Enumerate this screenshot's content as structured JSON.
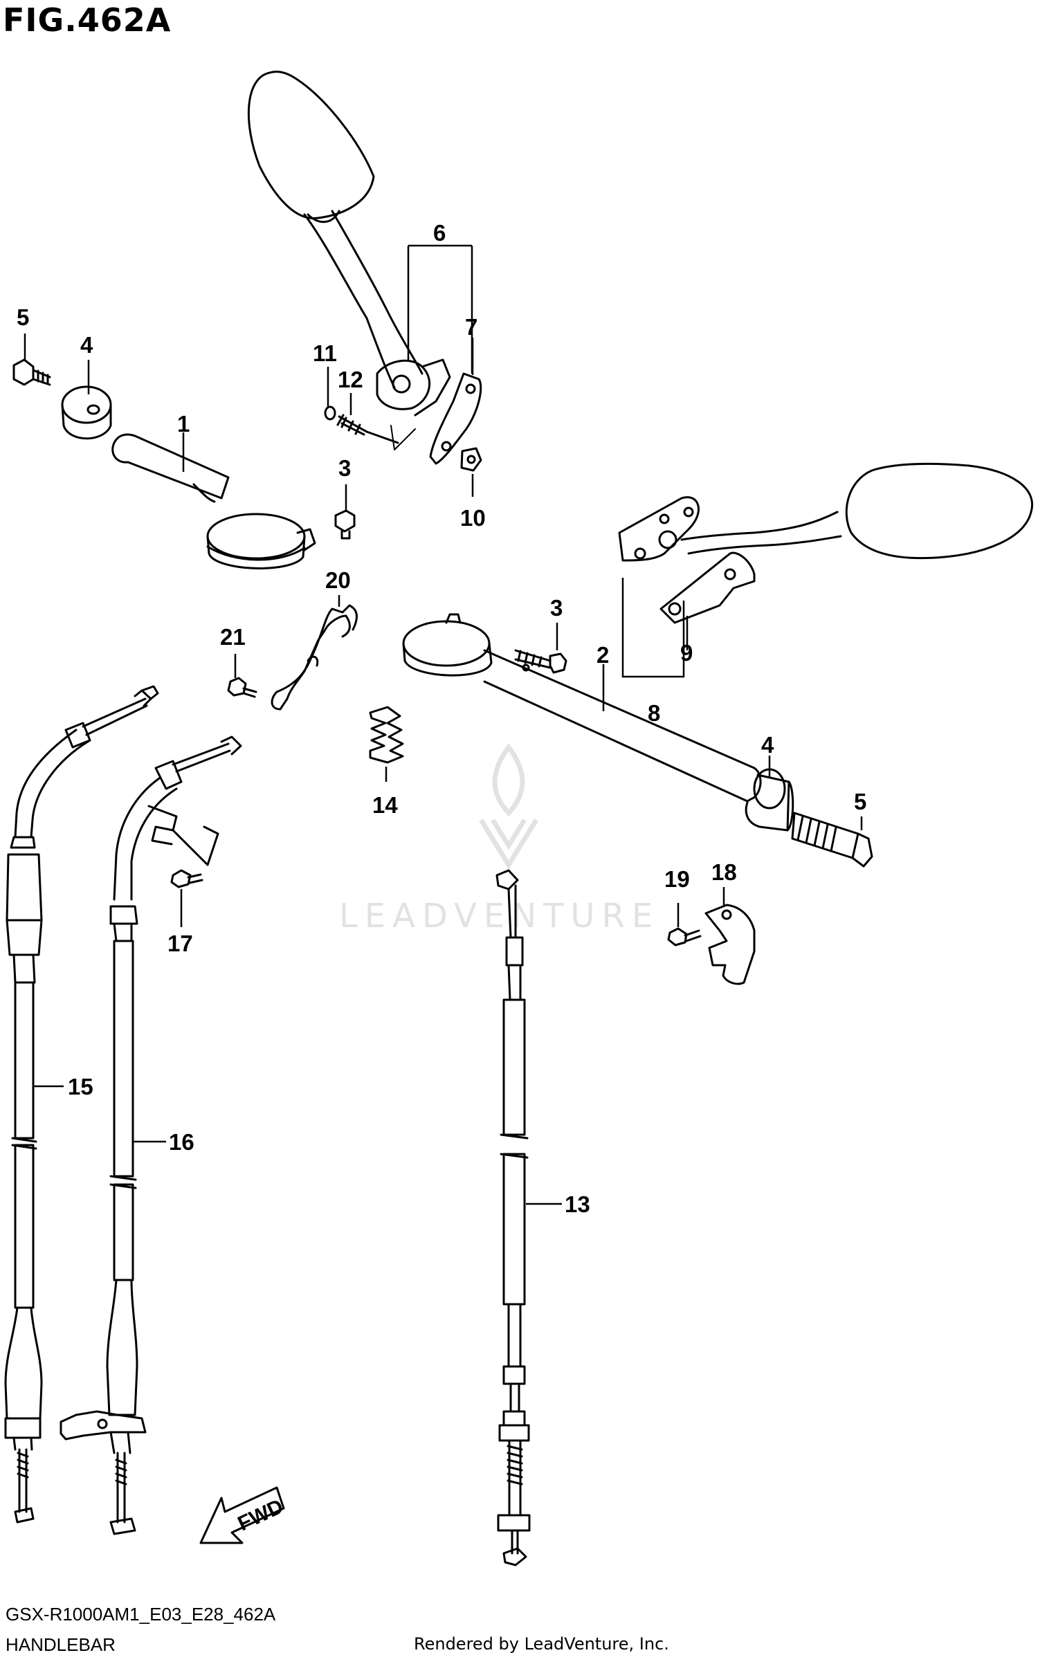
{
  "figure": {
    "title": "FIG.462A",
    "model_code": "GSX-R1000AM1_E03_E28_462A",
    "section_name": "HANDLEBAR",
    "credit": "Rendered by LeadVenture, Inc.",
    "watermark": "LEADVENTURE",
    "fwd_arrow_label": "FWD"
  },
  "callouts": [
    {
      "id": "1",
      "label": "1"
    },
    {
      "id": "2",
      "label": "2"
    },
    {
      "id": "3a",
      "label": "3"
    },
    {
      "id": "3b",
      "label": "3"
    },
    {
      "id": "4a",
      "label": "4"
    },
    {
      "id": "4b",
      "label": "4"
    },
    {
      "id": "5a",
      "label": "5"
    },
    {
      "id": "5b",
      "label": "5"
    },
    {
      "id": "6",
      "label": "6"
    },
    {
      "id": "7",
      "label": "7"
    },
    {
      "id": "8",
      "label": "8"
    },
    {
      "id": "9",
      "label": "9"
    },
    {
      "id": "10",
      "label": "10"
    },
    {
      "id": "11",
      "label": "11"
    },
    {
      "id": "12",
      "label": "12"
    },
    {
      "id": "13",
      "label": "13"
    },
    {
      "id": "14",
      "label": "14"
    },
    {
      "id": "15",
      "label": "15"
    },
    {
      "id": "16",
      "label": "16"
    },
    {
      "id": "17",
      "label": "17"
    },
    {
      "id": "18",
      "label": "18"
    },
    {
      "id": "19",
      "label": "19"
    },
    {
      "id": "20",
      "label": "20"
    },
    {
      "id": "21",
      "label": "21"
    }
  ],
  "colors": {
    "line": "#000000",
    "background": "#ffffff",
    "watermark": "#e2e2e2"
  }
}
